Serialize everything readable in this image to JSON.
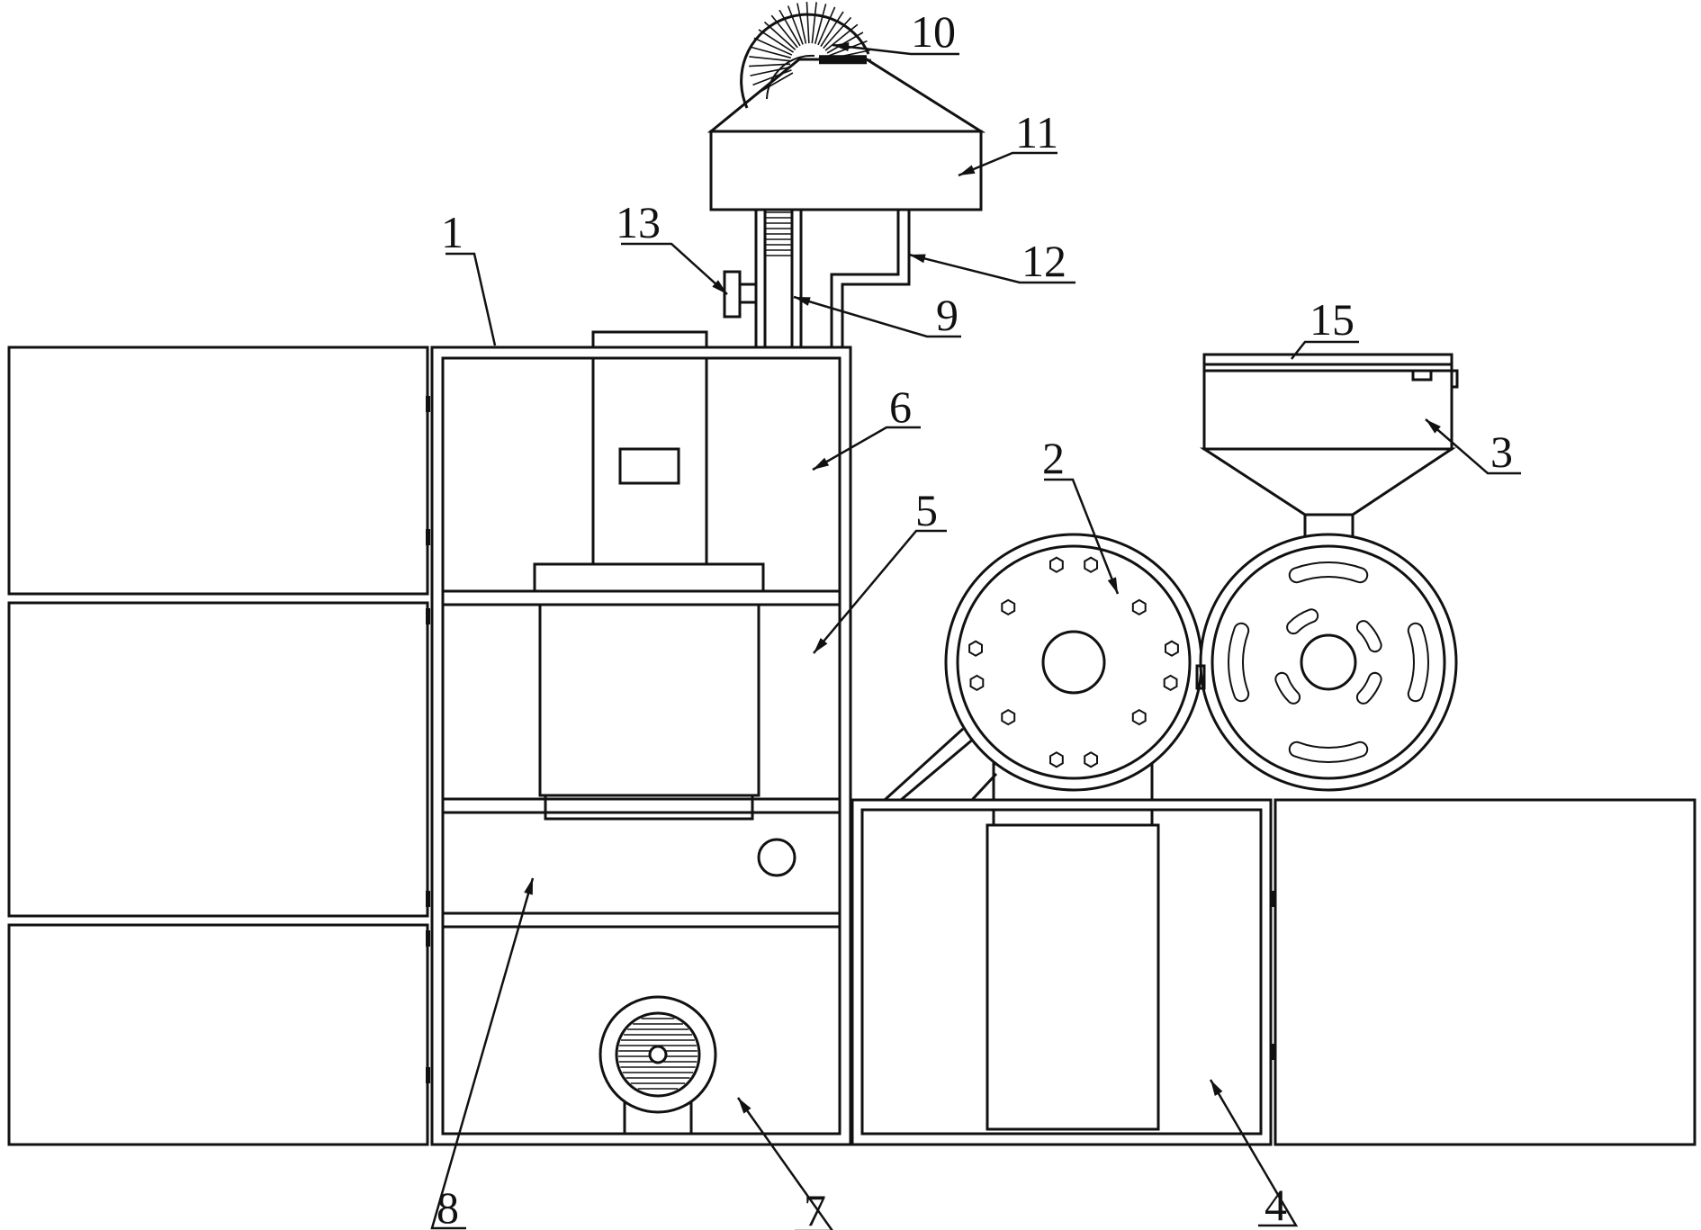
{
  "labels": [
    {
      "id": "1",
      "text": "1"
    },
    {
      "id": "2",
      "text": "2"
    },
    {
      "id": "3",
      "text": "3"
    },
    {
      "id": "4",
      "text": "4"
    },
    {
      "id": "5",
      "text": "5"
    },
    {
      "id": "6",
      "text": "6"
    },
    {
      "id": "7",
      "text": "7"
    },
    {
      "id": "8",
      "text": "8"
    },
    {
      "id": "9",
      "text": "9"
    },
    {
      "id": "10",
      "text": "10"
    },
    {
      "id": "11",
      "text": "11"
    },
    {
      "id": "12",
      "text": "12"
    },
    {
      "id": "13",
      "text": "13"
    },
    {
      "id": "15",
      "text": "15"
    }
  ]
}
